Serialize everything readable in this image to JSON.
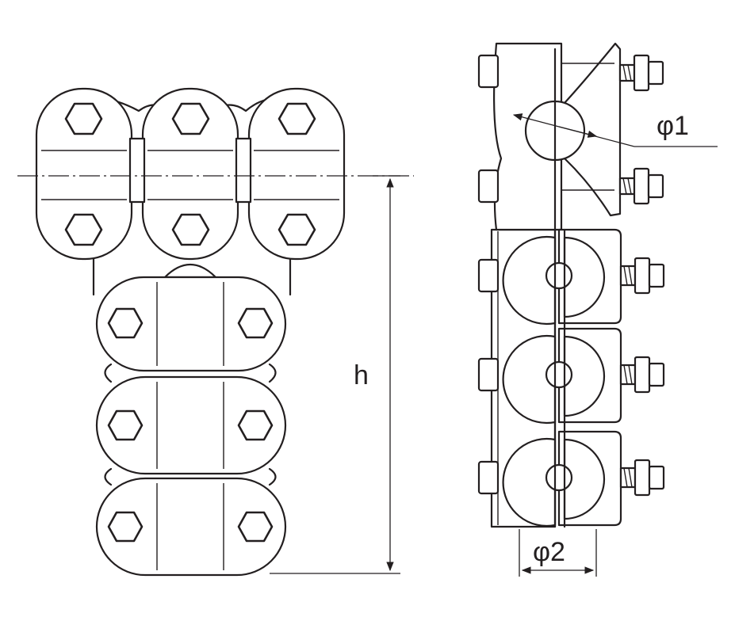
{
  "labels": {
    "height": "h",
    "diameter_1": "φ1",
    "diameter_2": "φ2"
  },
  "colors": {
    "line": "#231f20",
    "background": "#ffffff"
  }
}
